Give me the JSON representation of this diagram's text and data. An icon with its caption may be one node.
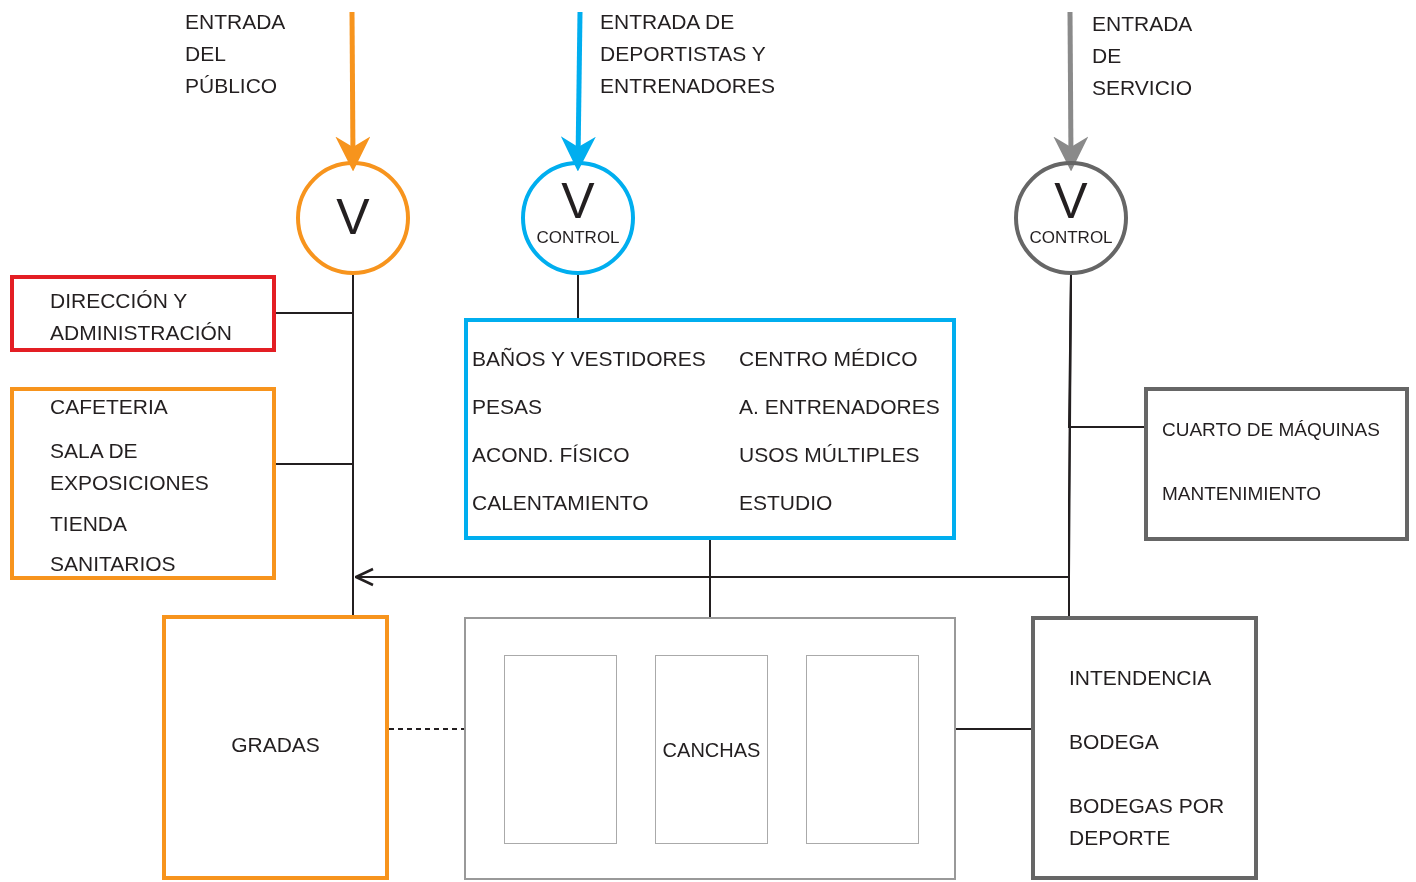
{
  "diagram": {
    "nodes": [
      {
        "text": [
          "V"
        ]
      },
      {
        "text": [
          "V",
          "CONTROL"
        ]
      },
      {
        "text": [
          "V",
          "CONTROL"
        ]
      },
      {
        "text": [
          "DIRECCIÓN Y ADMINISTRACIÓN"
        ]
      },
      {
        "text": [
          "CAFETERIA",
          "SALA DE EXPOSICIONES",
          "TIENDA",
          "SANITARIOS"
        ]
      },
      {
        "text": [
          "BAÑOS Y VESTIDORES",
          "CENTRO MÉDICO",
          "PESAS",
          "A. ENTRENADORES",
          "ACOND. FÍSICO",
          "USOS MÚLTIPLES",
          "CALENTAMIENTO",
          "ESTUDIO"
        ]
      },
      {
        "text": [
          "CUARTO DE MÁQUINAS",
          "MANTENIMIENTO"
        ]
      },
      {
        "text": [
          "GRADAS"
        ]
      },
      {
        "text": [],
        "shape": "box"
      },
      {
        "text": [],
        "shape": "box",
        "in": 8
      },
      {
        "text": [
          "CANCHAS"
        ],
        "in": 8
      },
      {
        "text": [],
        "shape": "box",
        "in": 8
      },
      {
        "text": [
          "INTENDENCIA",
          "BODEGA",
          "BODEGAS POR DEPORTE"
        ]
      }
    ],
    "edges": [
      {
        "from": null,
        "to": 0,
        "arrow": "to",
        "style": "thick",
        "color": "#f7941d"
      },
      {
        "from": null,
        "to": 1,
        "arrow": "to",
        "style": "thick",
        "color": "#00aeef"
      },
      {
        "from": null,
        "to": 2,
        "arrow": "to",
        "style": "thick",
        "color": "#8a8a8a"
      },
      {
        "from": 0,
        "to": 3,
        "arrow": "none"
      },
      {
        "from": 0,
        "to": 4,
        "arrow": "none"
      },
      {
        "from": 0,
        "to": 7,
        "arrow": "none"
      },
      {
        "from": 1,
        "to": 5,
        "arrow": "none"
      },
      {
        "from": 5,
        "to": 8,
        "arrow": "none"
      },
      {
        "from": 2,
        "to": 6,
        "arrow": "none"
      },
      {
        "from": 2,
        "to": 12,
        "arrow": "none"
      },
      {
        "from": 2,
        "to": null,
        "arrow": "to"
      },
      {
        "from": 7,
        "to": 8,
        "arrow": "none",
        "style": "dashed"
      },
      {
        "from": 8,
        "to": 12,
        "arrow": "none"
      }
    ],
    "labels": [
      "ENTRADA DEL PÚBLICO",
      "ENTRADA DE DEPORTISTAS Y ENTRENADORES",
      "ENTRADA DE SERVICIO"
    ]
  }
}
